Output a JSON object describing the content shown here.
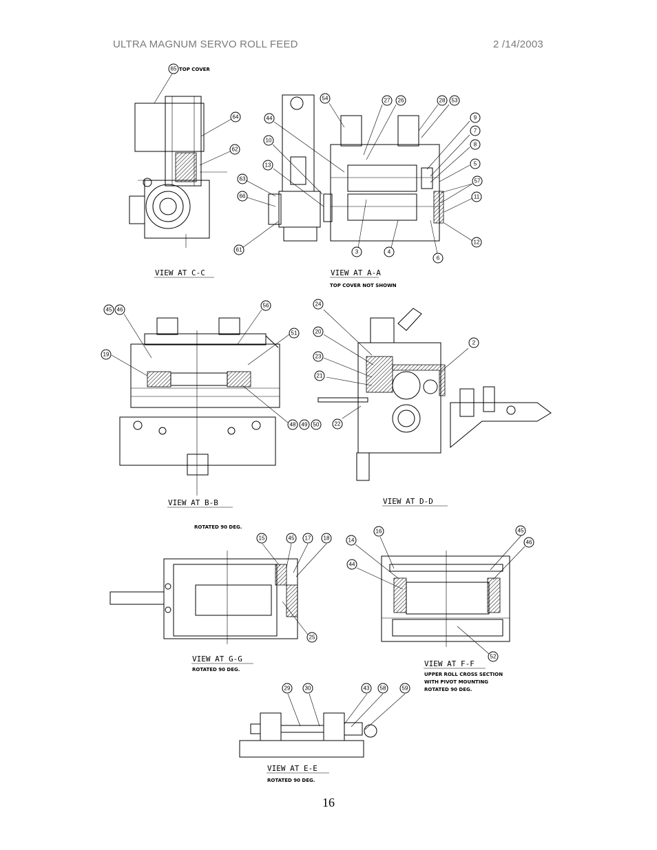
{
  "header": {
    "title": "ULTRA MAGNUM SERVO ROLL FEED",
    "date": "2 /14/2003"
  },
  "page_number": "16",
  "views": {
    "cc": {
      "caption": "VIEW AT C-C"
    },
    "aa": {
      "caption": "VIEW AT A-A",
      "note": "TOP COVER NOT SHOWN"
    },
    "bb": {
      "caption": "VIEW AT B-B",
      "note": "ROTATED 90 DEG."
    },
    "dd": {
      "caption": "VIEW AT D-D"
    },
    "gg": {
      "caption": "VIEW AT G-G",
      "note": "ROTATED 90 DEG."
    },
    "ff": {
      "caption": "VIEW AT F-F",
      "note_lines": [
        "UPPER ROLL CROSS SECTION",
        "WITH PIVOT MOUNTING",
        "ROTATED 90 DEG."
      ]
    },
    "ee": {
      "caption": "VIEW AT E-E",
      "note": "ROTATED 90 DEG."
    }
  },
  "labels": {
    "top_cover": "TOP COVER"
  },
  "balloons": {
    "cc": [
      "65",
      "64",
      "62",
      "63",
      "66",
      "61"
    ],
    "aa": [
      "54",
      "27",
      "26",
      "28",
      "53",
      "44",
      "10",
      "13",
      "9",
      "7",
      "8",
      "5",
      "57",
      "11",
      "12",
      "3",
      "4",
      "6"
    ],
    "bb": [
      "45",
      "46",
      "56",
      "51",
      "19",
      "48",
      "49",
      "50"
    ],
    "dd": [
      "24",
      "20",
      "23",
      "21",
      "2",
      "22"
    ],
    "gg": [
      "15",
      "45",
      "17",
      "18",
      "25"
    ],
    "ff": [
      "16",
      "14",
      "44",
      "45",
      "46",
      "52"
    ],
    "ee": [
      "29",
      "30",
      "43",
      "58",
      "59"
    ]
  }
}
